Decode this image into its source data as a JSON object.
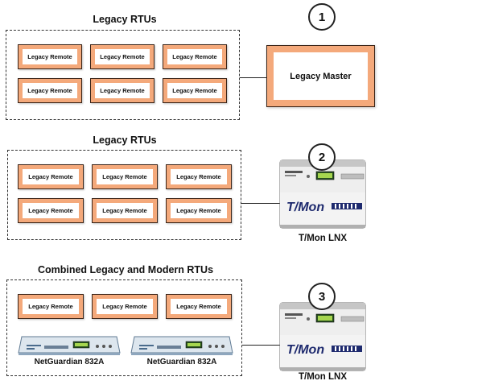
{
  "sections": [
    {
      "number": "1",
      "title": "Legacy RTUs",
      "remotes": [
        "Legacy Remote",
        "Legacy Remote",
        "Legacy Remote",
        "Legacy Remote",
        "Legacy Remote",
        "Legacy Remote"
      ],
      "master": "Legacy Master"
    },
    {
      "number": "2",
      "title": "Legacy RTUs",
      "remotes": [
        "Legacy Remote",
        "Legacy Remote",
        "Legacy Remote",
        "Legacy Remote",
        "Legacy Remote",
        "Legacy Remote"
      ],
      "master_caption": "T/Mon LNX"
    },
    {
      "number": "3",
      "title": "Combined Legacy and Modern RTUs",
      "remotes": [
        "Legacy Remote",
        "Legacy Remote",
        "Legacy Remote"
      ],
      "netguardians": [
        "NetGuardian 832A",
        "NetGuardian 832A"
      ],
      "master_caption": "T/Mon LNX"
    }
  ],
  "tmon_logo": {
    "brand": "T/Mon"
  },
  "colors": {
    "remote_border": "#f4a97b",
    "outline": "#3a2418"
  }
}
